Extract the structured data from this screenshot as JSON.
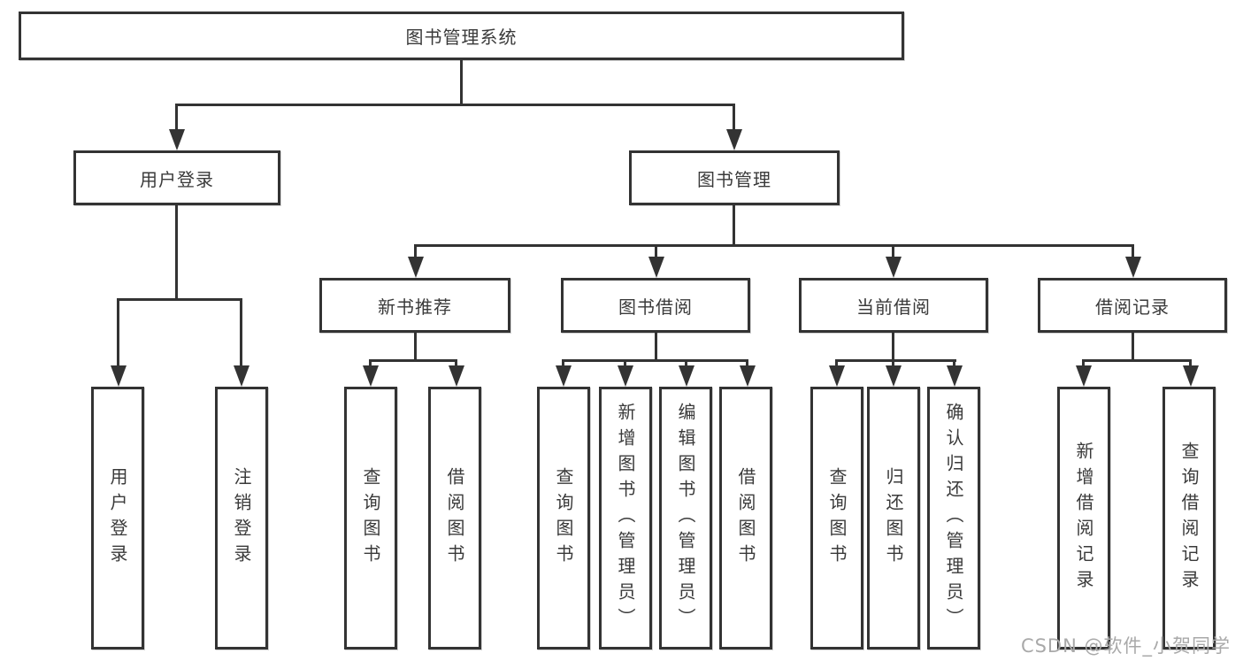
{
  "diagram": {
    "root_label": "图书管理系统",
    "branches": [
      {
        "label": "用户登录",
        "children": [
          {
            "label": "用户登录"
          },
          {
            "label": "注销登录"
          }
        ]
      },
      {
        "label": "图书管理",
        "children": [
          {
            "label": "新书推荐",
            "children": [
              {
                "label": "查询图书"
              },
              {
                "label": "借阅图书"
              }
            ]
          },
          {
            "label": "图书借阅",
            "children": [
              {
                "label": "查询图书"
              },
              {
                "label": "新增图书（管理员）"
              },
              {
                "label": "编辑图书（管理员）"
              },
              {
                "label": "借阅图书"
              }
            ]
          },
          {
            "label": "当前借阅",
            "children": [
              {
                "label": "查询图书"
              },
              {
                "label": "归还图书"
              },
              {
                "label": "确认归还（管理员）"
              }
            ]
          },
          {
            "label": "借阅记录",
            "children": [
              {
                "label": "新增借阅记录"
              },
              {
                "label": "查询借阅记录"
              }
            ]
          }
        ]
      }
    ]
  },
  "watermark": {
    "text": "CSDN @软件_小贺同学"
  },
  "colors": {
    "line": "#333333",
    "text": "#3a3a3a",
    "background": "#ffffff",
    "watermark": "#a9a9a9"
  }
}
